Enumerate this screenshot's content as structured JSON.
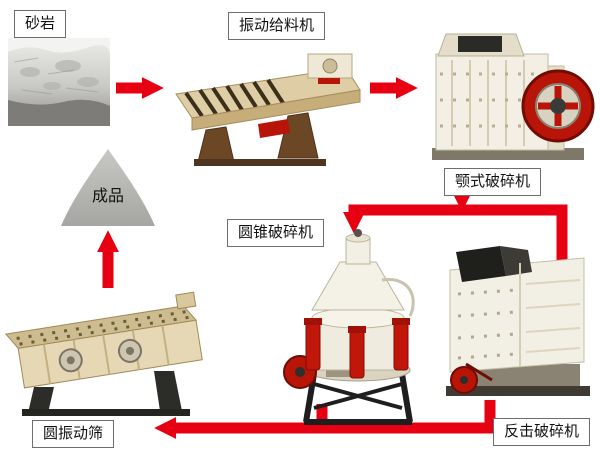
{
  "diagram": {
    "background": "#ffffff",
    "arrow_color": "#e60012",
    "labels": {
      "sandstone": "砂岩",
      "vibrating_feeder": "振动给料机",
      "jaw_crusher": "颚式破碎机",
      "cone_crusher": "圆锥破碎机",
      "impact_crusher": "反击破碎机",
      "circular_vibrating_screen": "圆振动筛",
      "finished_product": "成品"
    },
    "flow_edges": [
      {
        "from": "砂岩",
        "to": "振动给料机"
      },
      {
        "from": "振动给料机",
        "to": "颚式破碎机"
      },
      {
        "from": "颚式破碎机",
        "to": "圆锥破碎机"
      },
      {
        "from": "颚式破碎机",
        "to": "反击破碎机"
      },
      {
        "from": "圆锥破碎机",
        "to": "圆振动筛"
      },
      {
        "from": "反击破碎机",
        "to": "圆振动筛"
      },
      {
        "from": "圆振动筛",
        "to": "成品"
      }
    ],
    "machine_colors": {
      "body_cream": "#f3efe4",
      "deck_beige": "#e0cfa8",
      "flywheel_red": "#b81508",
      "frame_dark": "#2c2c28",
      "product_gray": "#b3b3b0"
    }
  }
}
